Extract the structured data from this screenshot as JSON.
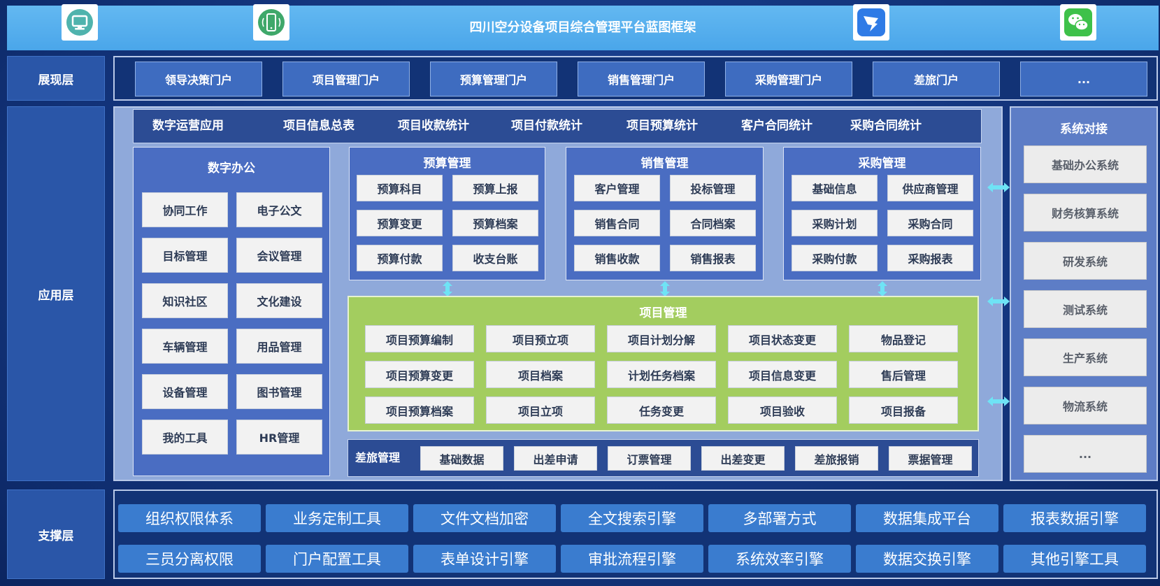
{
  "header": {
    "title": "四川空分设备项目综合管理平台蓝图框架",
    "icons": [
      "monitor-icon",
      "mobile-phone-icon",
      "dingtalk-icon",
      "wechat-icon"
    ]
  },
  "layers": {
    "presentation": "展现层",
    "application": "应用层",
    "support": "支撑层"
  },
  "portals": [
    "领导决策门户",
    "项目管理门户",
    "预算管理门户",
    "销售管理门户",
    "采购管理门户",
    "差旅门户",
    "..."
  ],
  "ops": {
    "title": "数字运营应用",
    "items": [
      "项目信息总表",
      "项目收款统计",
      "项目付款统计",
      "项目预算统计",
      "客户合同统计",
      "采购合同统计"
    ]
  },
  "office": {
    "title": "数字办公",
    "items": [
      "协同工作",
      "电子公文",
      "目标管理",
      "会议管理",
      "知识社区",
      "文化建设",
      "车辆管理",
      "用品管理",
      "设备管理",
      "图书管理",
      "我的工具",
      "HR管理"
    ]
  },
  "budget": {
    "title": "预算管理",
    "items": [
      "预算科目",
      "预算上报",
      "预算变更",
      "预算档案",
      "预算付款",
      "收支台账"
    ]
  },
  "sales": {
    "title": "销售管理",
    "items": [
      "客户管理",
      "投标管理",
      "销售合同",
      "合同档案",
      "销售收款",
      "销售报表"
    ]
  },
  "purchase": {
    "title": "采购管理",
    "items": [
      "基础信息",
      "供应商管理",
      "采购计划",
      "采购合同",
      "采购付款",
      "采购报表"
    ]
  },
  "project": {
    "title": "项目管理",
    "items": [
      "项目预算编制",
      "项目预立项",
      "项目计划分解",
      "项目状态变更",
      "物品登记",
      "项目预算变更",
      "项目档案",
      "计划任务档案",
      "项目信息变更",
      "售后管理",
      "项目预算档案",
      "项目立项",
      "任务变更",
      "项目验收",
      "项目报备"
    ]
  },
  "travel": {
    "title": "差旅管理",
    "items": [
      "基础数据",
      "出差申请",
      "订票管理",
      "出差变更",
      "差旅报销",
      "票据管理"
    ]
  },
  "systems": {
    "title": "系统对接",
    "items": [
      "基础办公系统",
      "财务核算系统",
      "研发系统",
      "测试系统",
      "生产系统",
      "物流系统",
      "..."
    ]
  },
  "support": {
    "items": [
      "组织权限体系",
      "业务定制工具",
      "文件文档加密",
      "全文搜索引擎",
      "多部署方式",
      "数据集成平台",
      "报表数据引擎",
      "三员分离权限",
      "门户配置工具",
      "表单设计引擎",
      "审批流程引擎",
      "系统效率引擎",
      "数据交换引擎",
      "其他引擎工具"
    ]
  },
  "colors": {
    "header": "#4aa6ea",
    "panel_blue": "#4a6dc2",
    "project_green": "#a3cd5f",
    "connector_cyan": "#6fe3f5"
  }
}
